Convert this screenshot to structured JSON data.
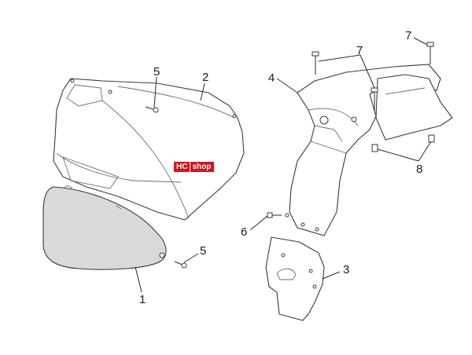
{
  "callouts": {
    "c1": "1",
    "c2": "2",
    "c3": "3",
    "c4": "4",
    "c5a": "5",
    "c5b": "5",
    "c6": "6",
    "c7a": "7",
    "c7b": "7",
    "c8": "8"
  },
  "watermark": {
    "prefix": "HC",
    "suffix": "shop",
    "color": "#d3141a"
  }
}
